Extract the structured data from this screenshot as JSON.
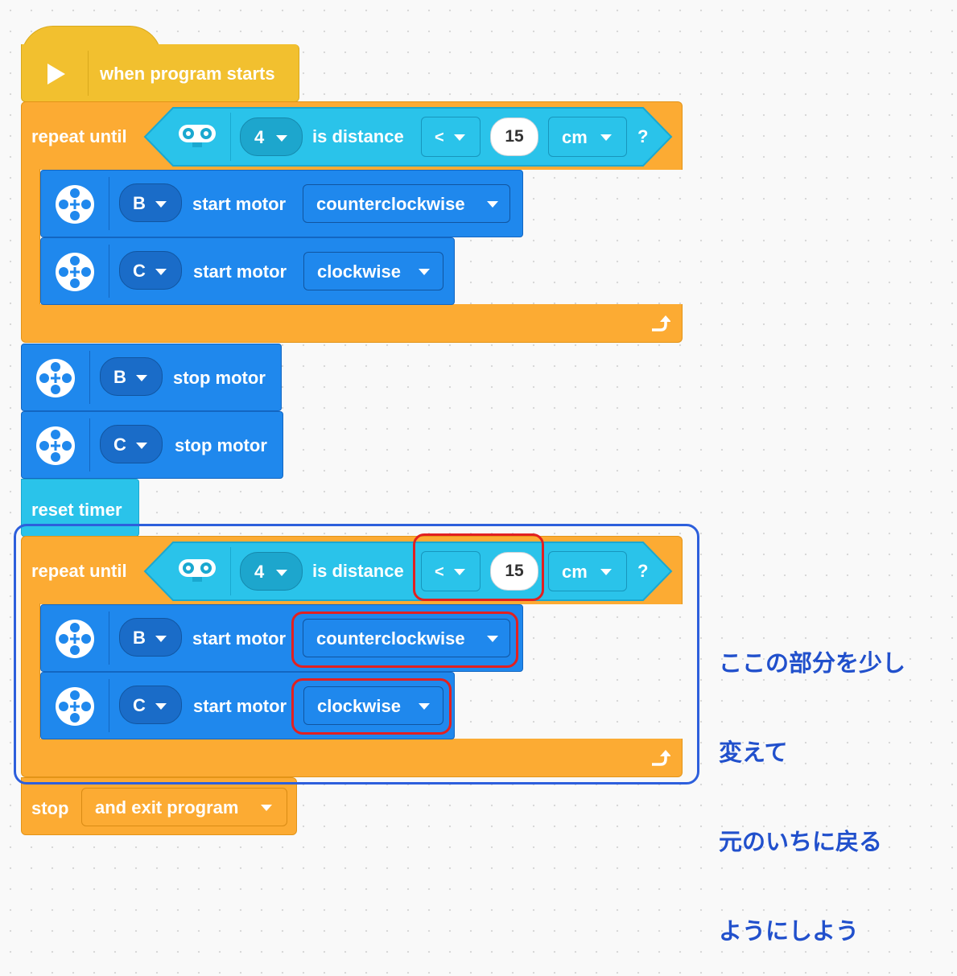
{
  "start_block": {
    "label": "when program starts"
  },
  "loop1": {
    "label": "repeat until",
    "condition": {
      "port": "4",
      "label": "is distance",
      "comparator": "<",
      "value": "15",
      "unit": "cm",
      "question": "?"
    },
    "motor_b": {
      "port": "B",
      "label": "start motor",
      "direction": "counterclockwise"
    },
    "motor_c": {
      "port": "C",
      "label": "start motor",
      "direction": "clockwise"
    }
  },
  "stop_b": {
    "port": "B",
    "label": "stop motor"
  },
  "stop_c": {
    "port": "C",
    "label": "stop motor"
  },
  "reset_timer": {
    "label": "reset timer"
  },
  "loop2": {
    "label": "repeat until",
    "condition": {
      "port": "4",
      "label": "is distance",
      "comparator": "<",
      "value": "15",
      "unit": "cm",
      "question": "?"
    },
    "motor_b": {
      "port": "B",
      "label": "start motor",
      "direction": "counterclockwise"
    },
    "motor_c": {
      "port": "C",
      "label": "start motor",
      "direction": "clockwise"
    }
  },
  "stop_block": {
    "label": "stop",
    "option": "and exit program"
  },
  "annotation": {
    "line1": "ここの部分を少し",
    "line2": "変えて",
    "line3": "元のいちに戻る",
    "line4": "ようにしよう"
  },
  "colors": {
    "event": "#f2c02f",
    "control": "#fcab33",
    "motor": "#1f88ed",
    "sensor": "#2ac3ea",
    "highlight_red": "#e22020",
    "highlight_blue": "#2d5fdc",
    "annotation_text": "#2150cc"
  },
  "icons": {
    "play": "play-icon",
    "sensor": "distance-sensor-icon",
    "motor": "motor-icon",
    "loop": "loop-arrow-icon",
    "dropdown": "dropdown-arrow-icon"
  }
}
